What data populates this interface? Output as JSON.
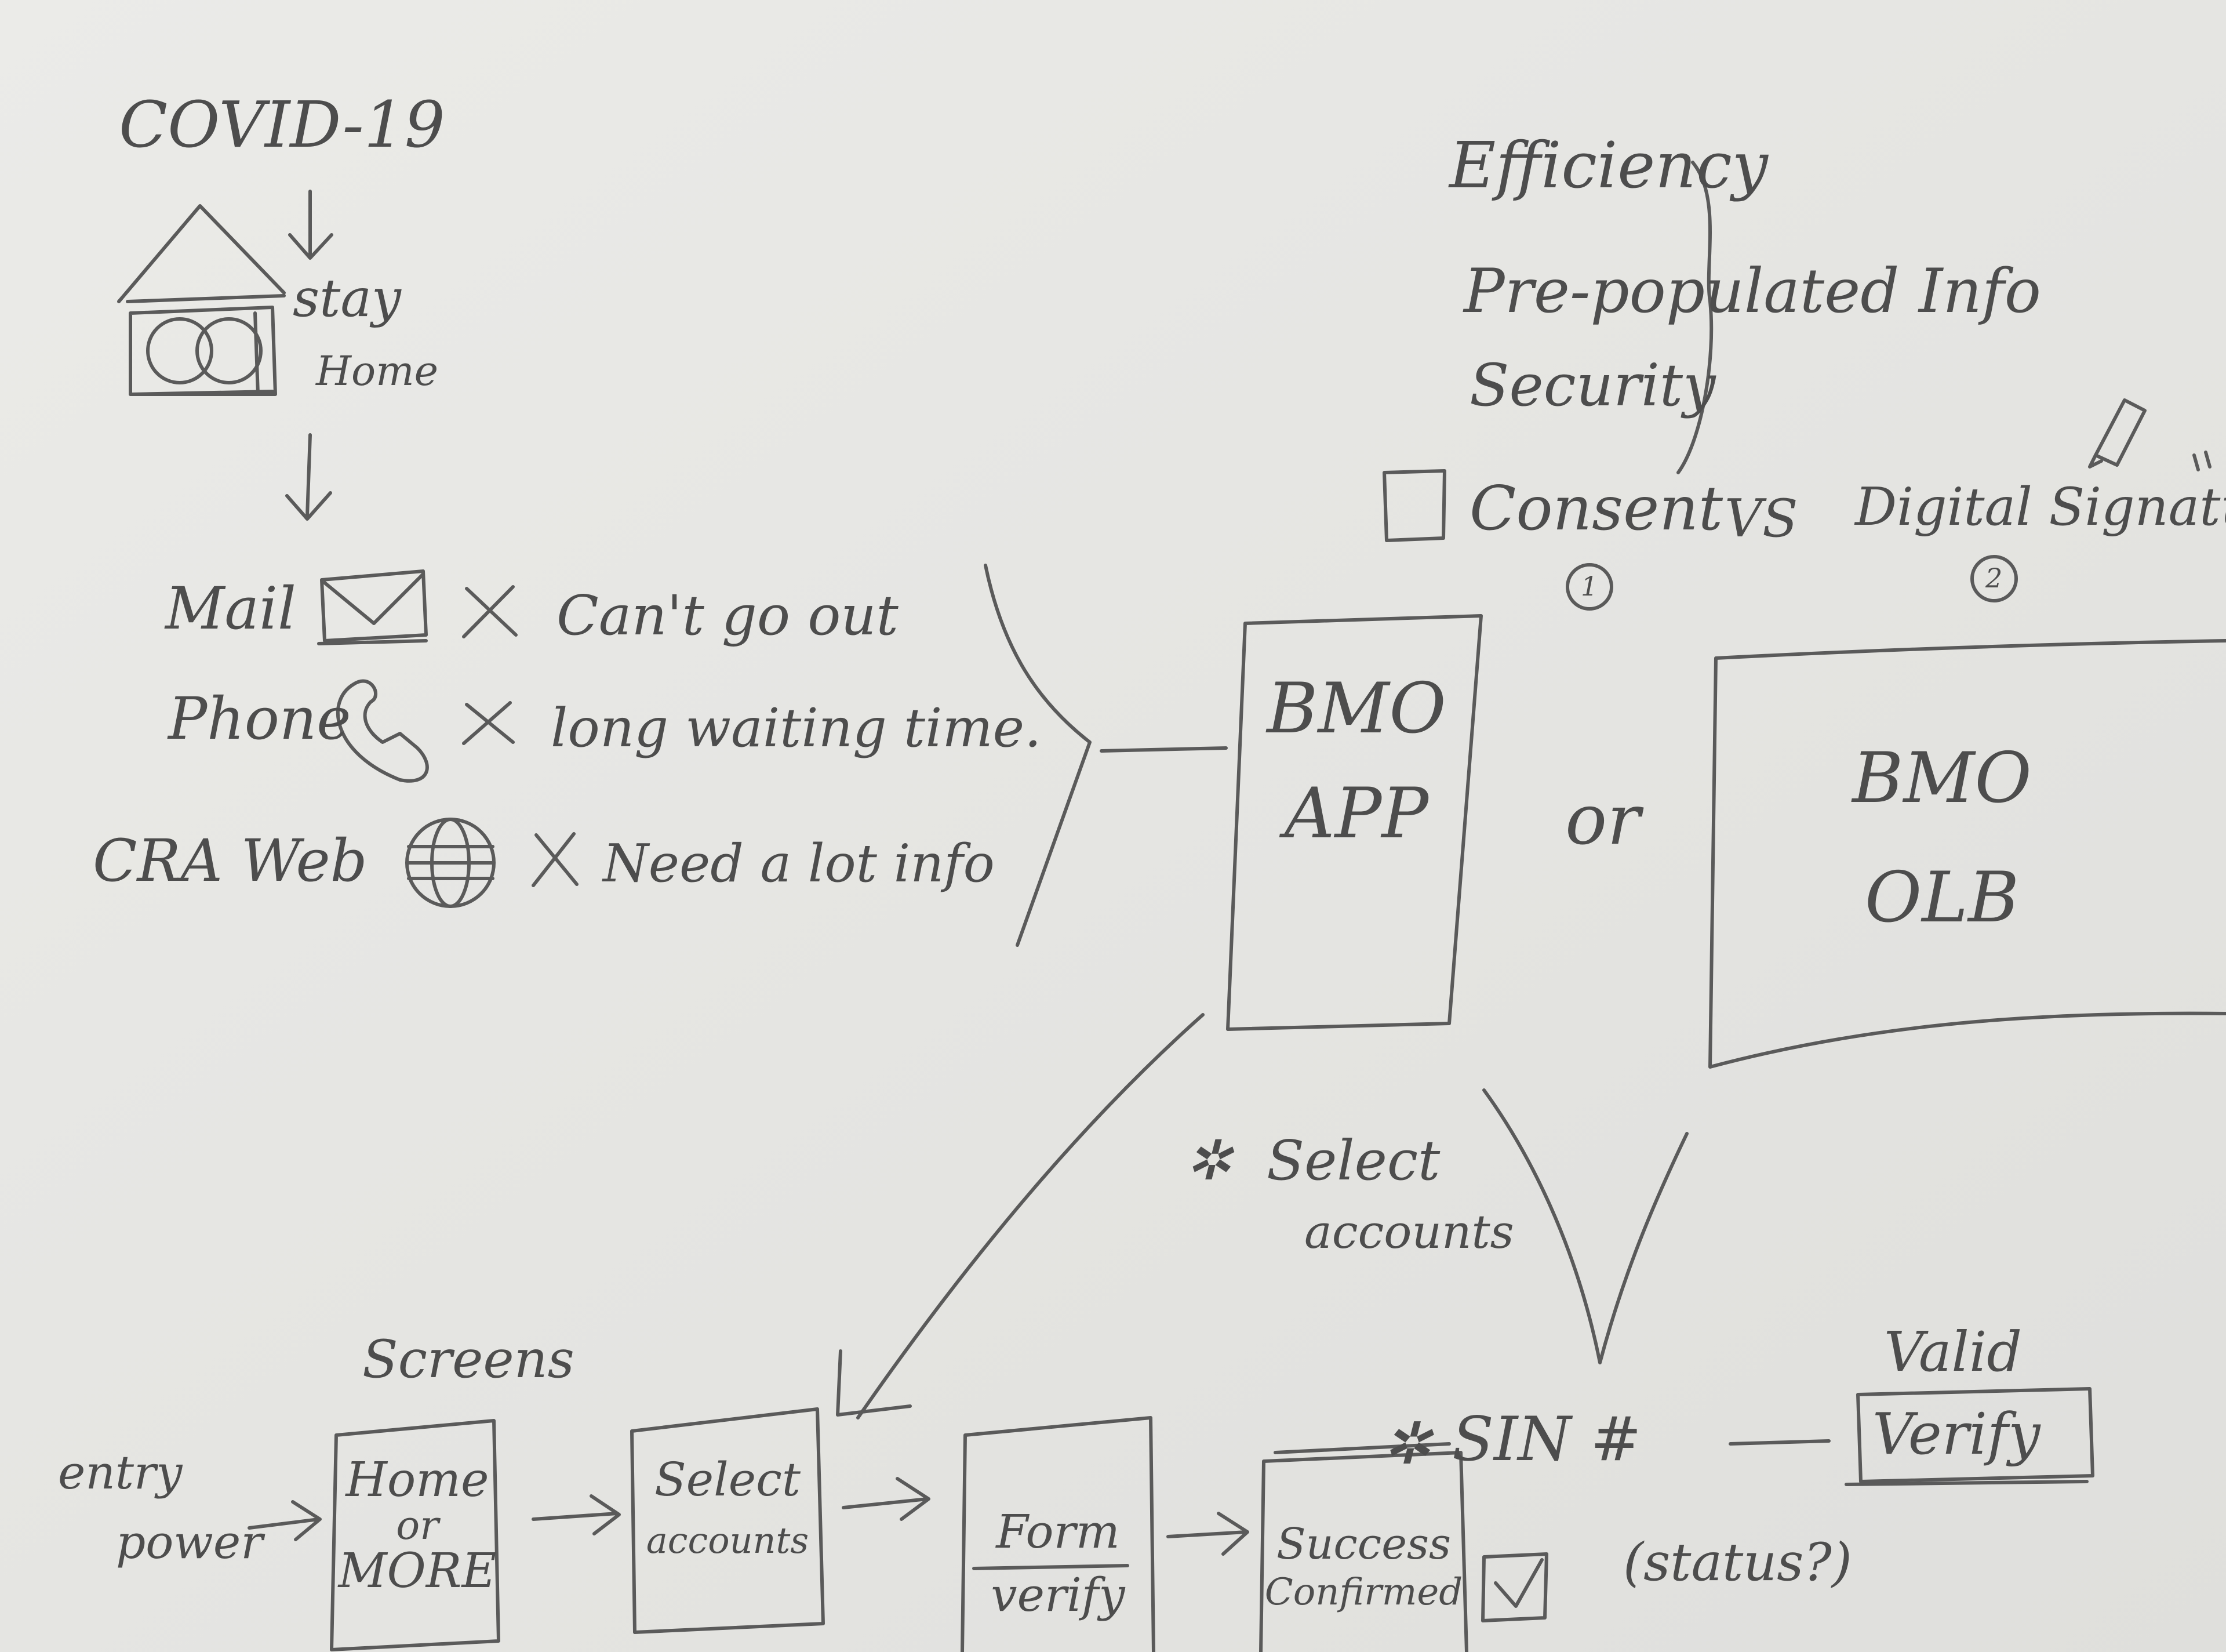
{
  "problem": {
    "covid": "COVID-19",
    "stay": "stay",
    "home": "Home",
    "options": [
      {
        "channel": "Mail",
        "issue": "Can't go out"
      },
      {
        "channel": "Phone",
        "issue": "long waiting time."
      },
      {
        "channel": "CRA Web",
        "issue": "Need a lot info"
      }
    ],
    "cross": "X"
  },
  "principles": {
    "efficiency": "Efficiency",
    "prepopulated": "Pre-populated Info",
    "security": "Security",
    "consent": "Consent",
    "vs": "VS",
    "digital_signature": "Digital Signature",
    "num1": "1",
    "num2": "2"
  },
  "channels": {
    "app_line1": "BMO",
    "app_line2": "APP",
    "or": "or",
    "olb_line1": "BMO",
    "olb_line2": "OLB"
  },
  "select_note": {
    "star": "✲",
    "line1": "Select",
    "line2": "accounts"
  },
  "flow": {
    "screens_label": "Screens",
    "entry_line1": "entry",
    "entry_line2": "power",
    "steps": [
      {
        "line1": "Home",
        "line2": "or",
        "line3": "MORE"
      },
      {
        "line1": "Select",
        "line2": "accounts"
      },
      {
        "line1": "Form",
        "line2": "verify"
      },
      {
        "line1": "Success",
        "line2": "Confirmed"
      }
    ]
  },
  "sin": {
    "star": "✲",
    "label": "SIN #",
    "valid": "Valid",
    "verify": "Verify",
    "status": "(status?)"
  }
}
